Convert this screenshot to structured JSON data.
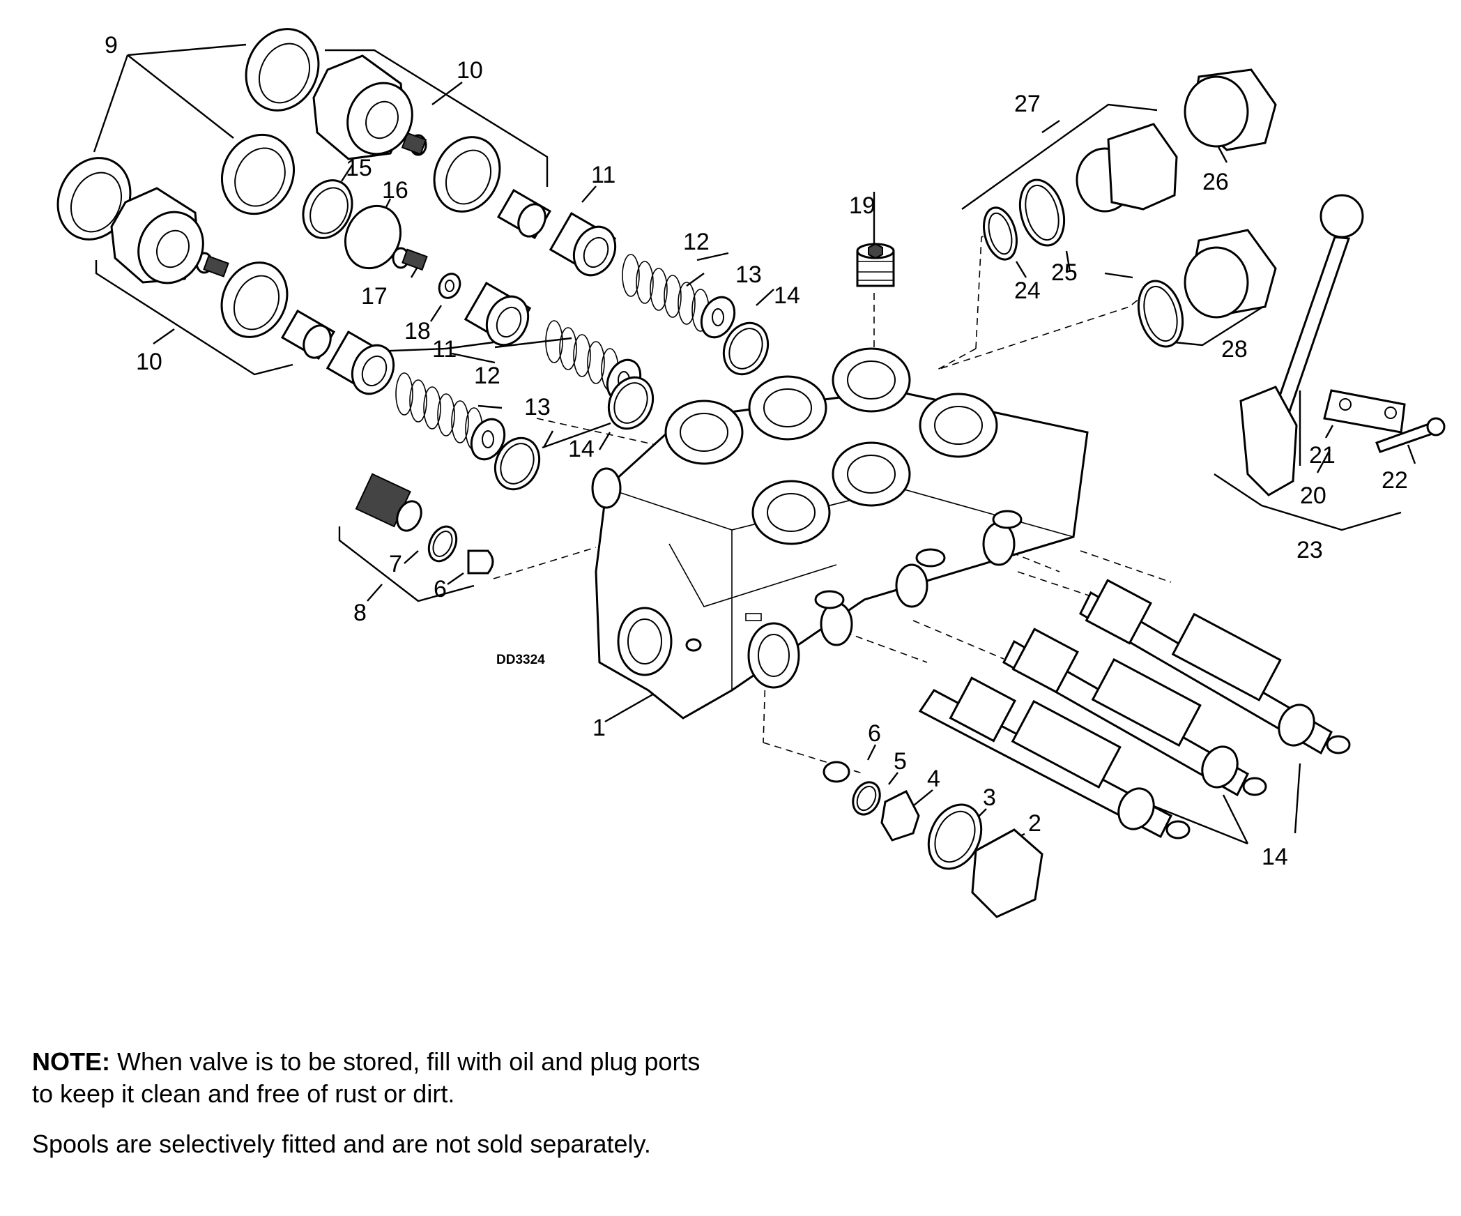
{
  "diagram_code": "DD3324",
  "callouts": [
    "1",
    "2",
    "3",
    "4",
    "5",
    "6",
    "7",
    "8",
    "9",
    "10",
    "11",
    "12",
    "13",
    "14",
    "15",
    "16",
    "17",
    "18",
    "19",
    "20",
    "21",
    "22",
    "23",
    "24",
    "25",
    "26",
    "27",
    "28"
  ],
  "note": {
    "heading": "NOTE:",
    "text": "When valve is to be stored, fill with oil and plug ports to keep it clean and free of rust or dirt.",
    "second": "Spools are selectively fitted and are not sold separately."
  }
}
